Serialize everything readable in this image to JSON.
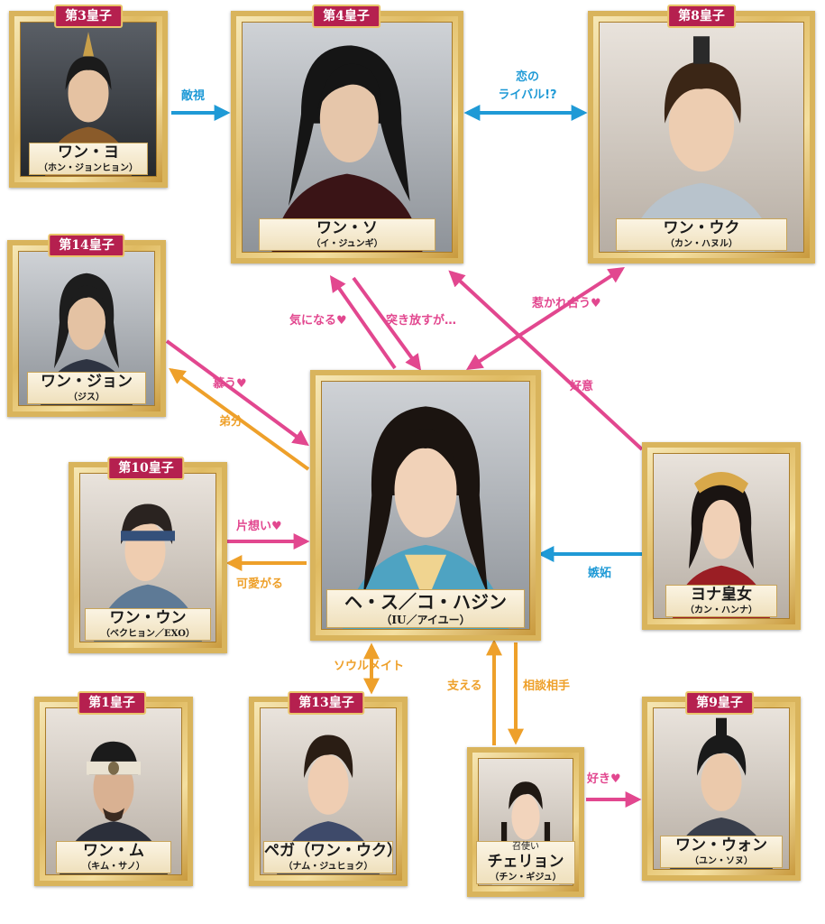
{
  "characters": {
    "prince3": {
      "rank": "第3皇子",
      "name": "ワン・ヨ",
      "actor": "（ホン・ジョンヒョン）"
    },
    "prince4": {
      "rank": "第4皇子",
      "name": "ワン・ソ",
      "actor": "（イ・ジュンギ）"
    },
    "prince8": {
      "rank": "第8皇子",
      "name": "ワン・ウク",
      "actor": "（カン・ハヌル）"
    },
    "prince14": {
      "rank": "第14皇子",
      "name": "ワン・ジョン",
      "actor": "（ジス）"
    },
    "heroine": {
      "name": "ヘ・ス／コ・ハジン",
      "actor": "（IU／アイユー）"
    },
    "prince10": {
      "rank": "第10皇子",
      "name": "ワン・ウン",
      "actor": "（ベクヒョン／EXO）"
    },
    "yona": {
      "name": "ヨナ皇女",
      "actor": "（カン・ハンナ）"
    },
    "prince1": {
      "rank": "第1皇子",
      "name": "ワン・ム",
      "actor": "（キム・サノ）"
    },
    "prince13": {
      "rank": "第13皇子",
      "name": "ペガ（ワン・ウク）",
      "actor": "（ナム・ジュヒョク）"
    },
    "chaeryeong": {
      "role": "召使い",
      "name": "チェリョン",
      "actor": "（チン・ギジュ）"
    },
    "prince9": {
      "rank": "第9皇子",
      "name": "ワン・ウォン",
      "actor": "（ユン・ソヌ）"
    }
  },
  "relations": {
    "hostility": "敵視",
    "love_rival_1": "恋の",
    "love_rival_2": "ライバル!?",
    "curious": "気になる♥",
    "push_away": "突き放すが…",
    "attracted": "惹かれ合う♥",
    "adore": "慕う♥",
    "younger_brother": "弟分",
    "goodwill": "好意",
    "one_sided": "片想い♥",
    "dotes": "可愛がる",
    "jealousy": "嫉妬",
    "soulmate": "ソウルメイト",
    "supports": "支える",
    "confidant": "相談相手",
    "likes": "好き♥"
  },
  "colors": {
    "blue": "#1f9ad6",
    "pink": "#e2478f",
    "orange": "#eea02a",
    "rank_badge": "#b5204f",
    "frame_gold": "#d9b45c"
  }
}
